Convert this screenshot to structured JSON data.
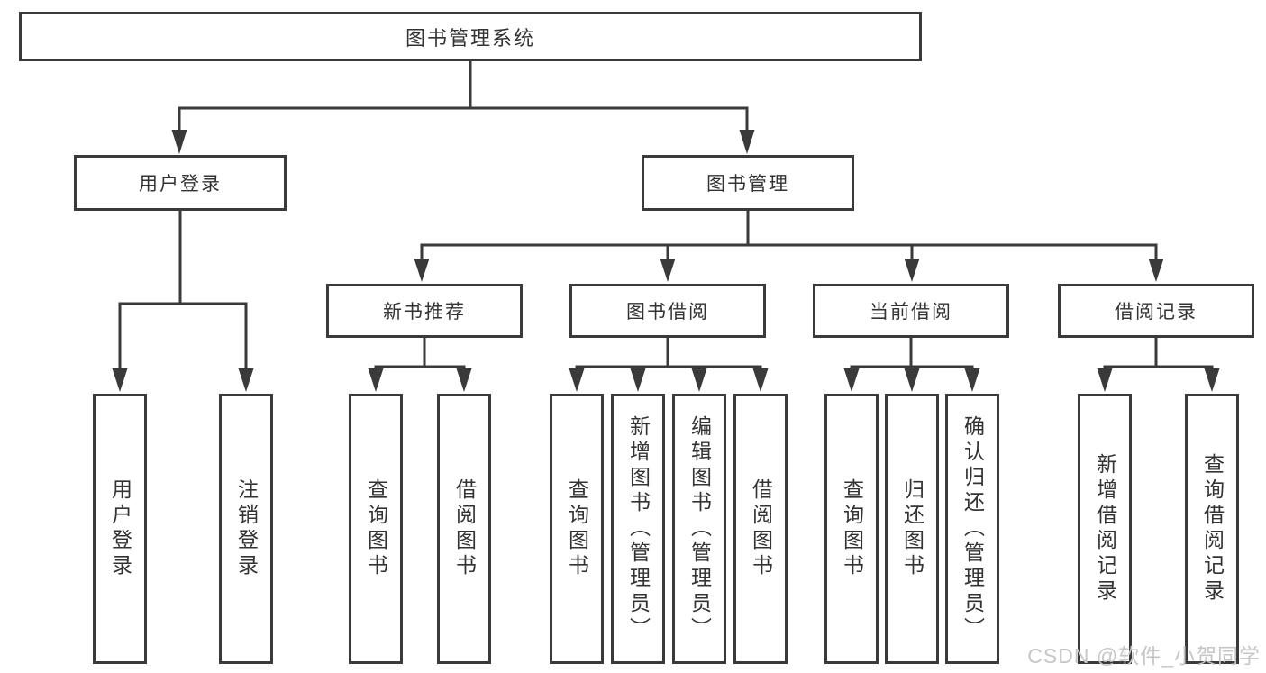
{
  "diagram": {
    "nodes": {
      "root": "图书管理系统",
      "user_login": "用户登录",
      "book_mgmt": "图书管理",
      "new_book_rec": "新书推荐",
      "book_borrow": "图书借阅",
      "current_borrow": "当前借阅",
      "borrow_record": "借阅记录",
      "leaf_user_login": "用户登录",
      "leaf_logout": "注销登录",
      "leaf_query_book_rec": "查询图书",
      "leaf_borrow_book_rec": "借阅图书",
      "leaf_query_book_borrow": "查询图书",
      "leaf_add_book": "新增图书（管理员）",
      "leaf_edit_book": "编辑图书（管理员）",
      "leaf_borrow_book_borrow": "借阅图书",
      "leaf_query_book_current": "查询图书",
      "leaf_return_book": "归还图书",
      "leaf_confirm_return": "确认归还（管理员）",
      "leaf_add_borrow_record": "新增借阅记录",
      "leaf_query_borrow_record": "查询借阅记录"
    },
    "colors": {
      "line": "#3a3a3a",
      "text": "#333333",
      "box_bg": "#ffffff",
      "watermark": "#c6c6c6"
    }
  },
  "watermark": {
    "text": "CSDN @软件_小贺同学"
  }
}
